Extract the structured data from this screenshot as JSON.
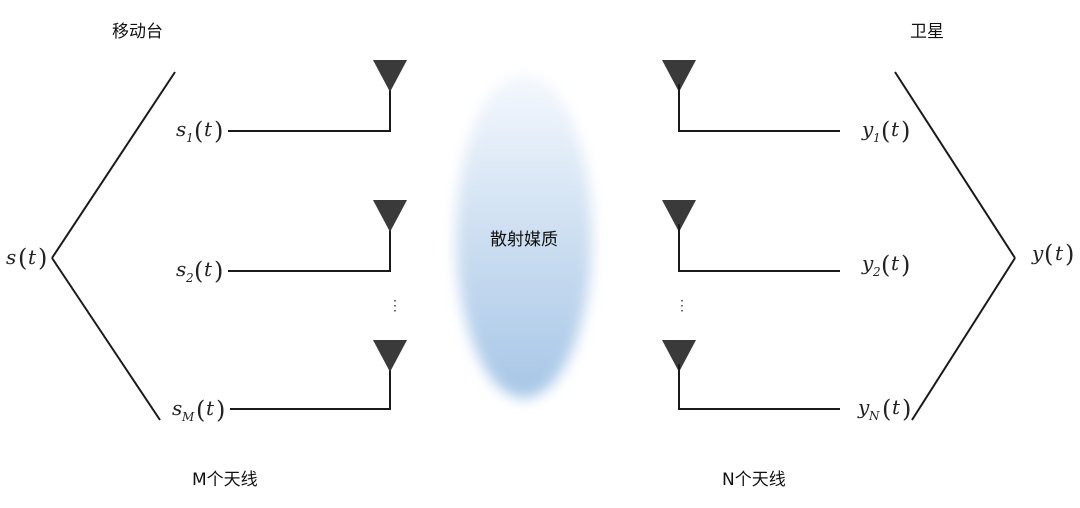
{
  "labels": {
    "mobile_station": "移动台",
    "satellite": "卫星",
    "scattering_medium": "散射媒质",
    "left_antennas": "M个天线",
    "right_antennas": "N个天线"
  },
  "left": {
    "source": {
      "var": "s",
      "arg": "t"
    },
    "signals": [
      {
        "var": "s",
        "sub": "1",
        "arg": "t"
      },
      {
        "var": "s",
        "sub": "2",
        "arg": "t"
      },
      {
        "var": "s",
        "sub": "M",
        "arg": "t"
      }
    ],
    "ellipsis": "⋮"
  },
  "right": {
    "output": {
      "var": "y",
      "arg": "t"
    },
    "signals": [
      {
        "var": "y",
        "sub": "1",
        "arg": "t"
      },
      {
        "var": "y",
        "sub": "2",
        "arg": "t"
      },
      {
        "var": "y",
        "sub": "N",
        "arg": "t"
      }
    ],
    "ellipsis": "⋮"
  },
  "colors": {
    "line": "#1a1a1a",
    "antenna": "#3a3a3a",
    "medium_top": "#f2f7fc",
    "medium_bottom": "#a9c9e8"
  }
}
